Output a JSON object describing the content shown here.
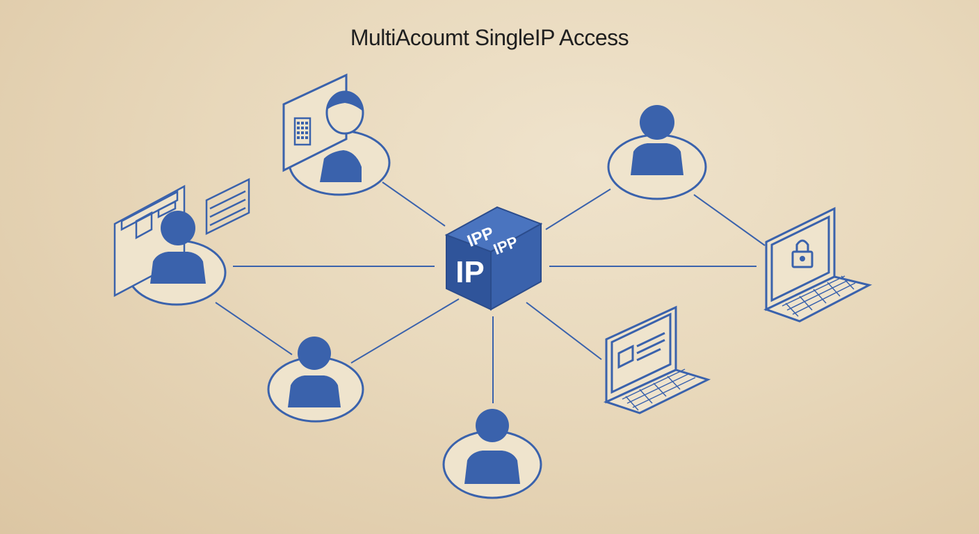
{
  "title": "MultiAcoumt SingleIP Access",
  "hub": {
    "top_label_1": "IPP",
    "top_label_2": "IPP",
    "front_label": "IP"
  },
  "colors": {
    "accent": "#3a62ac",
    "accent_dark": "#2b4c8c",
    "accent_light": "#4a74bf",
    "disc_fill": "#efe4cd",
    "line": "#3a62ac"
  },
  "nodes": [
    {
      "id": "user-monitor-top",
      "icon": "user-with-calendar-monitor-icon"
    },
    {
      "id": "user-top-right",
      "icon": "user-icon"
    },
    {
      "id": "user-dashboard-left",
      "icon": "user-with-dashboard-screens-icon"
    },
    {
      "id": "laptop-lock-right",
      "icon": "laptop-lock-icon"
    },
    {
      "id": "user-bottom-left",
      "icon": "user-icon"
    },
    {
      "id": "laptop-bottom-right",
      "icon": "laptop-document-icon"
    },
    {
      "id": "user-bottom-center",
      "icon": "user-icon"
    }
  ]
}
